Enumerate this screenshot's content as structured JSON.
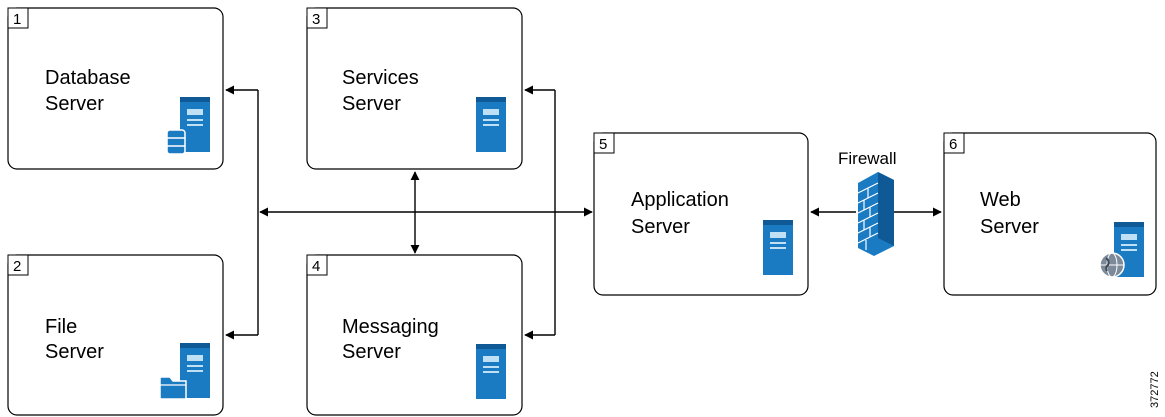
{
  "colors": {
    "server_fill": "#1a7ac2",
    "server_dark": "#0f5a96",
    "server_light": "#bfe0f5",
    "line": "#000000"
  },
  "boxes": [
    {
      "number": "1",
      "line1": "Database",
      "line2": "Server",
      "icon": "database-server-icon"
    },
    {
      "number": "2",
      "line1": "File",
      "line2": "Server",
      "icon": "file-server-icon"
    },
    {
      "number": "3",
      "line1": "Services",
      "line2": "Server",
      "icon": "server-icon"
    },
    {
      "number": "4",
      "line1": "Messaging",
      "line2": "Server",
      "icon": "server-icon"
    },
    {
      "number": "5",
      "line1": "Application",
      "line2": "Server",
      "icon": "server-icon"
    },
    {
      "number": "6",
      "line1": "Web",
      "line2": "Server",
      "icon": "web-server-icon"
    }
  ],
  "firewall": {
    "label": "Firewall",
    "icon": "firewall-icon"
  },
  "figure_id": "372772"
}
